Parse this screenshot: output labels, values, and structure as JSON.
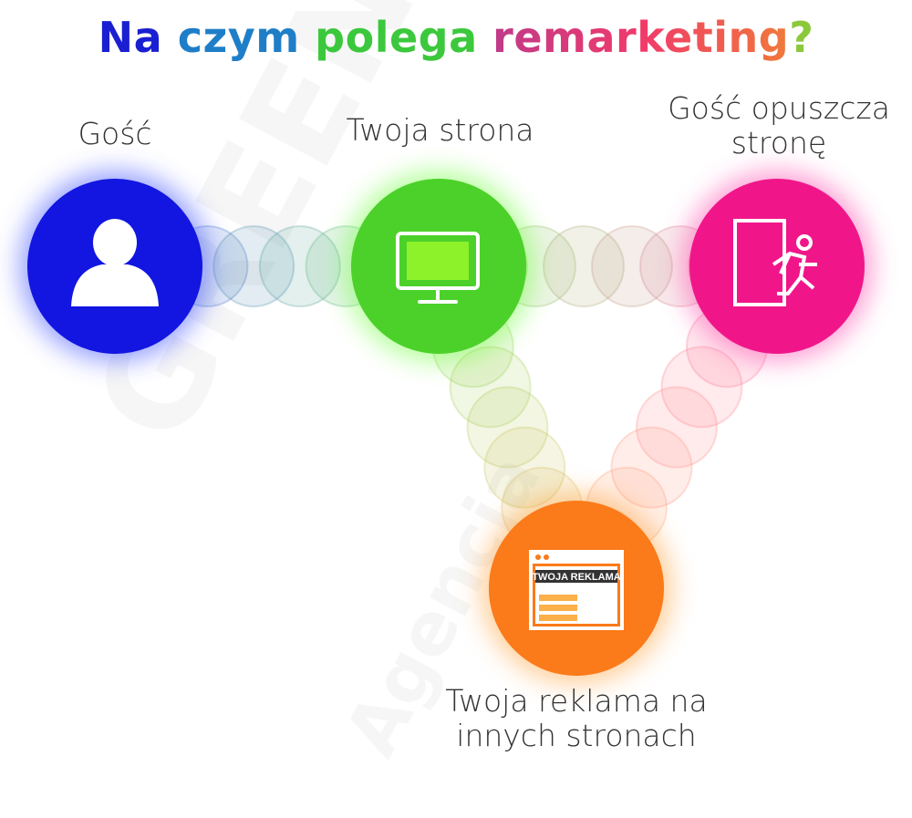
{
  "title": {
    "words": [
      {
        "text": "Na",
        "color": "#1a1fd1"
      },
      {
        "text": "czym",
        "color": "#1e7ec8"
      },
      {
        "text": "polega",
        "color": "#3cc83c"
      },
      {
        "text": "remarketing",
        "color": "#e8407a"
      },
      {
        "text": "?",
        "color": "#8cc83c"
      }
    ]
  },
  "nodes": {
    "guest": {
      "label": "Gość",
      "color": "#1216e0",
      "glow": "#3a4dff",
      "icon": "user-icon"
    },
    "site": {
      "label": "Twoja strona",
      "color": "#4cd12a",
      "glow": "#66ff33",
      "icon": "monitor-icon"
    },
    "leaves": {
      "label_line1": "Gość opuszcza",
      "label_line2": "stronę",
      "color": "#f0168a",
      "glow": "#ff3aa8",
      "icon": "exit-door-icon"
    },
    "ad": {
      "label_line1": "Twoja reklama na",
      "label_line2": "innych stronach",
      "color": "#fb7a1a",
      "glow": "#ff9a2a",
      "icon": "ad-window-icon",
      "ad_text": "TWOJA REKLAMA"
    }
  },
  "watermark": {
    "line1": "GREEN LINE",
    "line2": "Agencja"
  }
}
